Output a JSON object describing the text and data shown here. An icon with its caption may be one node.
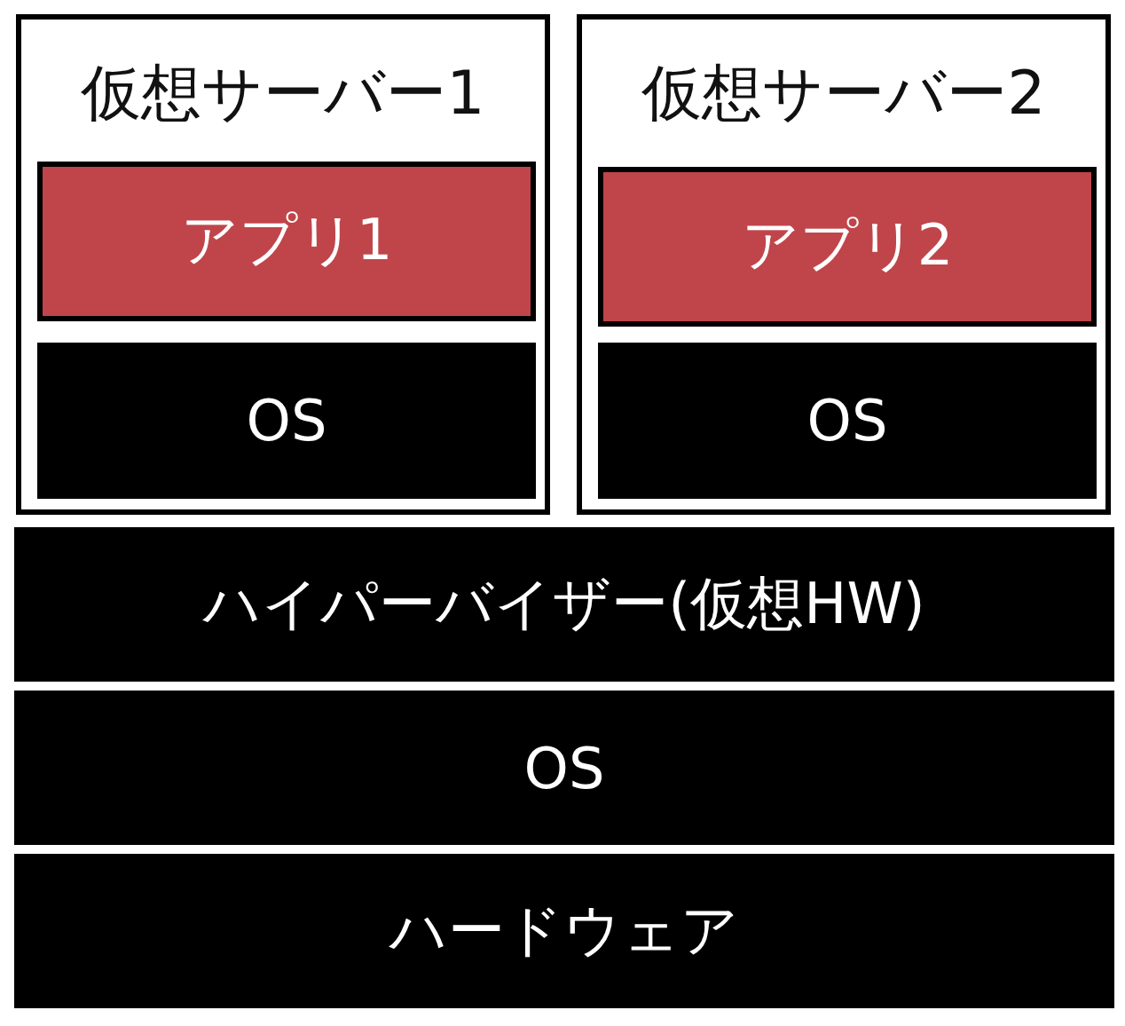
{
  "diagram": {
    "nodes": [
      {
        "text": [
          "仮想サーバー1"
        ]
      },
      {
        "text": [
          "アプリ1"
        ],
        "in": 0
      },
      {
        "text": [
          "OS"
        ],
        "in": 0
      },
      {
        "text": [
          "仮想サーバー2"
        ]
      },
      {
        "text": [
          "アプリ2"
        ],
        "in": 3
      },
      {
        "text": [
          "OS"
        ],
        "in": 3
      },
      {
        "text": [
          "ハイパーバイザー(仮想HW)"
        ]
      },
      {
        "text": [
          "OS"
        ]
      },
      {
        "text": [
          "ハードウェア"
        ]
      }
    ]
  }
}
